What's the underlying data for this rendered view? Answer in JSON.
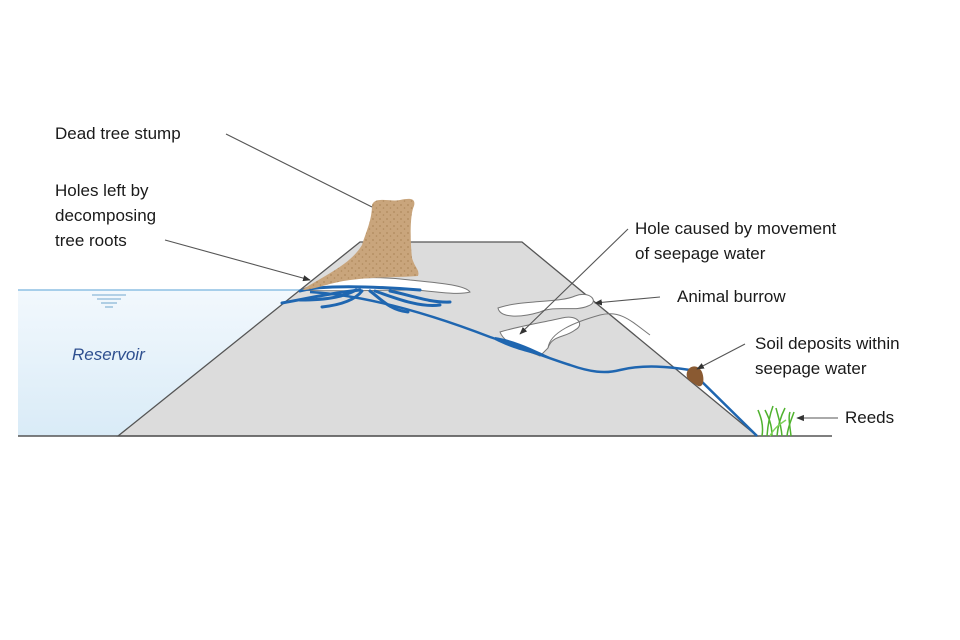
{
  "title": "Seepage through an embankment dam",
  "labels": {
    "dead_tree_stump": "Dead tree stump",
    "holes_left_line1": "Holes left by",
    "holes_left_line2": "decomposing",
    "holes_left_line3": "tree roots",
    "hole_caused_line1": "Hole caused by movement",
    "hole_caused_line2": "of seepage water",
    "animal_burrow": "Animal burrow",
    "soil_deposits_line1": "Soil deposits within",
    "soil_deposits_line2": "seepage water",
    "reeds": "Reeds",
    "reservoir": "Reservoir"
  },
  "colors": {
    "dam": "#dcdcdc",
    "water": "#dcedf8",
    "seepage": "#1f66b0",
    "stump": "#c9a57c",
    "soil": "#8a5a32",
    "reeds": "#5cbf3a"
  }
}
